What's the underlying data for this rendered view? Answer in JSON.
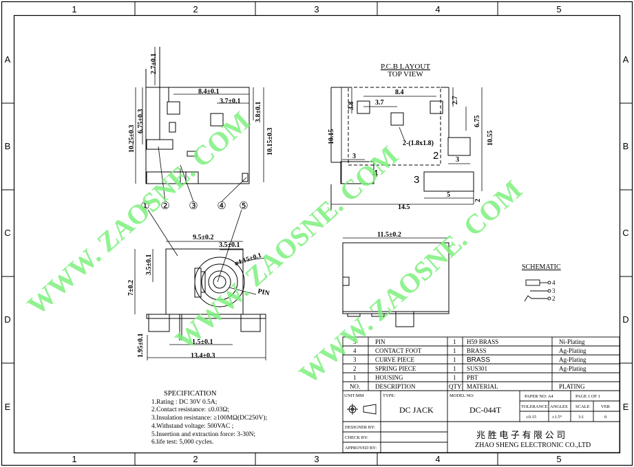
{
  "grid": {
    "columns": [
      "1",
      "2",
      "3",
      "4",
      "5"
    ],
    "rows": [
      "A",
      "B",
      "C",
      "D",
      "E"
    ]
  },
  "watermark": "WWW. ZAOSNE. COM",
  "pcb": {
    "title": "P.C.B LAYOUT",
    "subtitle": "TOP VIEW",
    "dims": [
      "8.4",
      "3.7",
      "3.8",
      "2.7",
      "6.75",
      "10.15",
      "10.55",
      "2-(1.8x1.8)",
      "3",
      "3",
      "14.5",
      "5",
      "2"
    ],
    "pins": [
      "2",
      "3",
      "4"
    ]
  },
  "top_view": {
    "dims": [
      "2.7±0.1",
      "8.4±0.1",
      "3.7±0.1",
      "3.8±0.1",
      "10.25±0.3",
      "6.75±0.3",
      "10.15±0.3"
    ]
  },
  "callouts": [
    "①",
    "②",
    "③",
    "④",
    "⑤"
  ],
  "front_view": {
    "dims": [
      "9.5±0.2",
      "3.5±0.1",
      "3.5±0.1",
      "7±0.2",
      "ø4.15±0.1",
      "1.5±0.1",
      "1.95±0.1",
      "13.4±0.3"
    ],
    "pin_label": "PIN"
  },
  "side_view": {
    "dims": [
      "11.5±0.2"
    ]
  },
  "schematic": {
    "title": "SCHEMATIC",
    "pins": [
      "4",
      "3",
      "2"
    ]
  },
  "specification": {
    "title": "SPECIFICATION",
    "lines": [
      "1.Rating : DC 30V 0.5A;",
      "2.Contact resistance: ≤0.03Ω;",
      "3.Insulation resistance: ≥100MΩ(DC250V);",
      "4.Withstand voltage: 500VAC ;",
      "5.Insertion and extraction force: 3-30N;",
      "6.life test: 5,000 cycles."
    ]
  },
  "bom": {
    "header": {
      "no": "NO.",
      "description": "DESCRIPTION",
      "qty": "QTY",
      "material": "MATERIAL",
      "plating": "PLATING"
    },
    "rows": [
      {
        "no": "5",
        "description": "PIN",
        "qty": "1",
        "material": "H59 BRASS",
        "plating": "Ni-Plating"
      },
      {
        "no": "4",
        "description": "CONTACT FOOT",
        "qty": "1",
        "material": "BRASS",
        "plating": "Ag-Plating"
      },
      {
        "no": "3",
        "description": "CURVE PIECE",
        "qty": "1",
        "material": "BRASS",
        "plating": "Ag-Plating"
      },
      {
        "no": "2",
        "description": "SPRING PIECE",
        "qty": "1",
        "material": "SUS301",
        "plating": "Ag-Plating"
      },
      {
        "no": "1",
        "description": "HOUSING",
        "qty": "1",
        "material": "PBT",
        "plating": ""
      }
    ]
  },
  "title_block": {
    "unit": "UNIT:MM",
    "type_label": "TYPE:",
    "type_value": "DC  JACK",
    "model_label": "MODEL NO:",
    "model_value": "DC-044T",
    "paper_label": "PAPER NO: A4",
    "page_label": "PAGE 1 OF 1",
    "tolerance_label": "TOLERANCE",
    "angles_label": "ANGLES",
    "scale_label": "SCALE",
    "ver_label": "VER",
    "tolerance_value": "±0.15",
    "angles_value": "±1.5°",
    "scale_value": "3:1",
    "ver_value": "0",
    "designer": "DESIGNER BY:",
    "check": "CHECK   BY:",
    "approved": "APPROVED BY:",
    "company_cn": "兆 胜 电 子 有 限 公 司",
    "company_en": "ZHAO SHENG ELECTRONIC CO.,LTD"
  }
}
